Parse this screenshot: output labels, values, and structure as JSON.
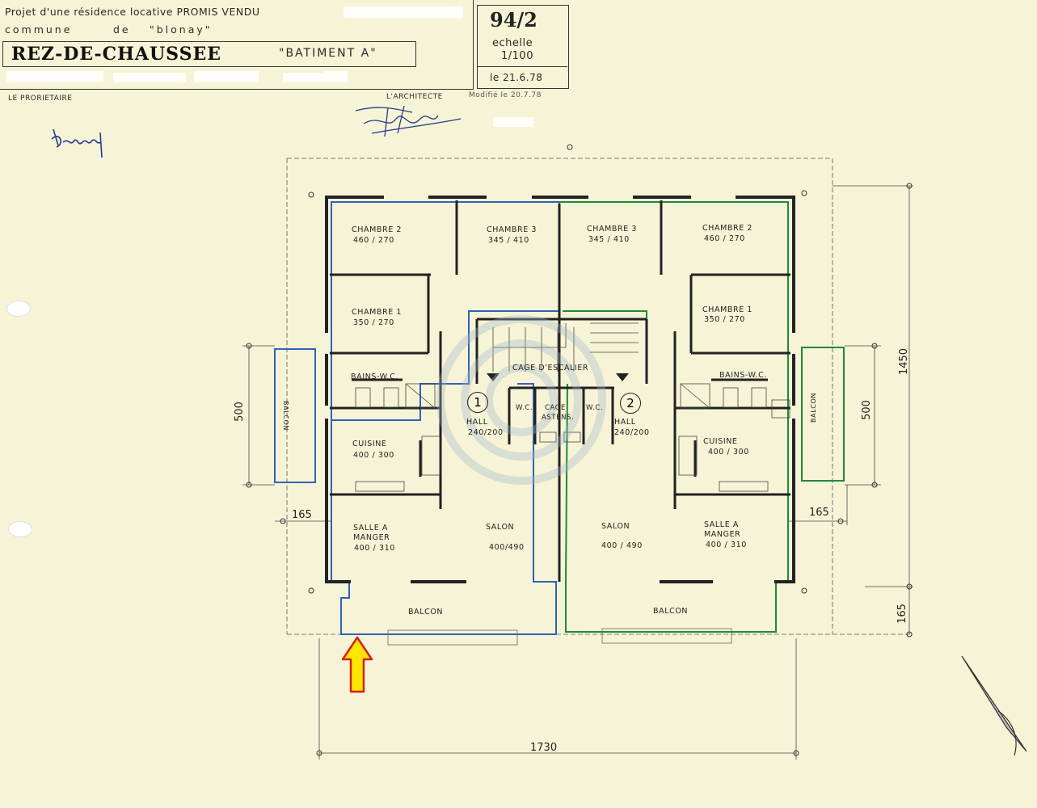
{
  "title_block": {
    "project_line": "Projet d'une résidence locative PROMIS VENDU",
    "commune_label": "commune",
    "commune_de": "de",
    "commune_name": "\"blonay\"",
    "floor_title": "REZ-DE-CHAUSSEE",
    "building": "\"BATIMENT A\"",
    "plan_number": "94/2",
    "scale_label": "echelle",
    "scale_value": "1/100",
    "date": "le 21.6.78",
    "owner_label": "LE PRORIETAIRE",
    "architect_label": "L'ARCHITECTE",
    "modified": "Modifié le 20.7.78"
  },
  "rooms_left": {
    "chambre2": "CHAMBRE 2",
    "chambre2_dim": "460 / 270",
    "chambre3": "CHAMBRE 3",
    "chambre3_dim": "345 / 410",
    "chambre1": "CHAMBRE 1",
    "chambre1_dim": "350 / 270",
    "bains": "BAINS-W.C.",
    "cuisine": "CUISINE",
    "cuisine_dim": "400 / 300",
    "salle": "SALLE A",
    "manger": "MANGER",
    "salle_dim": "400 / 310",
    "salon": "SALON",
    "salon_dim": "400/490",
    "balcon": "BALCON",
    "balcon_side": "BALCON",
    "hall": "HALL",
    "hall_dim": "240/200",
    "wc": "W.C.",
    "unit": "1"
  },
  "rooms_right": {
    "chambre3": "CHAMBRE 3",
    "chambre3_dim": "345 / 410",
    "chambre2": "CHAMBRE 2",
    "chambre2_dim": "460 / 270",
    "chambre1": "CHAMBRE 1",
    "chambre1_dim": "350 / 270",
    "bains": "BAINS-W.C.",
    "cuisine": "CUISINE",
    "cuisine_dim": "400 / 300",
    "salle": "SALLE A",
    "manger": "MANGER",
    "salle_dim": "400 / 310",
    "salon": "SALON",
    "salon_dim": "400 / 490",
    "balcon": "BALCON",
    "balcon_side": "BALCON",
    "hall": "HALL",
    "hall_dim": "240/200",
    "wc": "W.C.",
    "unit": "2"
  },
  "common": {
    "stair": "CAGE D'ESCALIER",
    "lift1": "CAGE",
    "lift2": "ASTENS."
  },
  "dimensions": {
    "width_total": "1730",
    "height_total": "1450",
    "left_balcony": "500",
    "right_balcony": "500",
    "left_offset": "165",
    "right_offset": "165",
    "bottom_offset": "165"
  },
  "colors": {
    "unit1": "#2f63b8",
    "unit2": "#1f8a3a",
    "walls": "#2a2a2a",
    "arrow_fill": "#ffe500",
    "arrow_stroke": "#d42020"
  }
}
